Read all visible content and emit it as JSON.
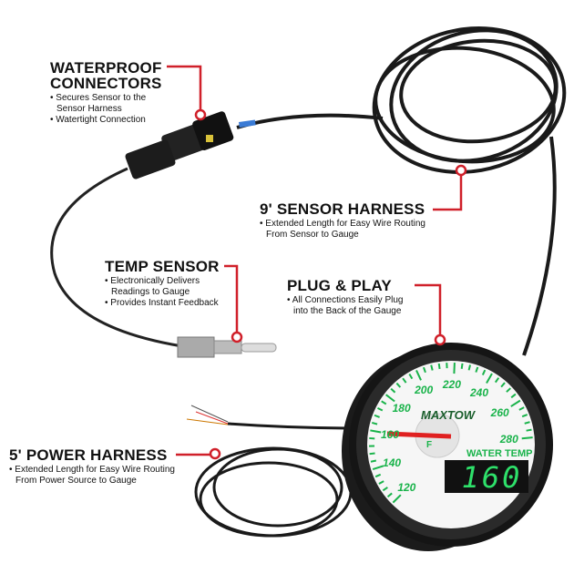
{
  "callouts": {
    "connectors": {
      "title_1": "WATERPROOF",
      "title_2": "CONNECTORS",
      "bullets": [
        "Secures Sensor to the",
        "Sensor Harness",
        "Watertight Connection"
      ]
    },
    "sensor_harness": {
      "title": "9' SENSOR HARNESS",
      "bullets": [
        "Extended Length for Easy Wire Routing",
        "From Sensor to Gauge"
      ]
    },
    "temp_sensor": {
      "title": "TEMP SENSOR",
      "bullets": [
        "Electronically Delivers",
        "Readings to Gauge",
        "Provides Instant Feedback"
      ]
    },
    "plug_play": {
      "title": "PLUG & PLAY",
      "bullets": [
        "All Connections Easily Plug",
        "into the Back of the Gauge"
      ]
    },
    "power_harness": {
      "title": "5' POWER HARNESS",
      "bullets": [
        "Extended Length for Easy Wire Routing",
        "From Power Source to Gauge"
      ]
    }
  },
  "gauge": {
    "brand": "MAXTOW",
    "label": "WATER TEMP",
    "unit": "F",
    "digital_readout": "160",
    "scale_labels": [
      "120",
      "140",
      "160",
      "180",
      "200",
      "220",
      "240",
      "260",
      "280"
    ]
  },
  "colors": {
    "accent_red": "#d0202a",
    "gauge_green": "#19b34a",
    "display_green": "#2ee06a"
  }
}
